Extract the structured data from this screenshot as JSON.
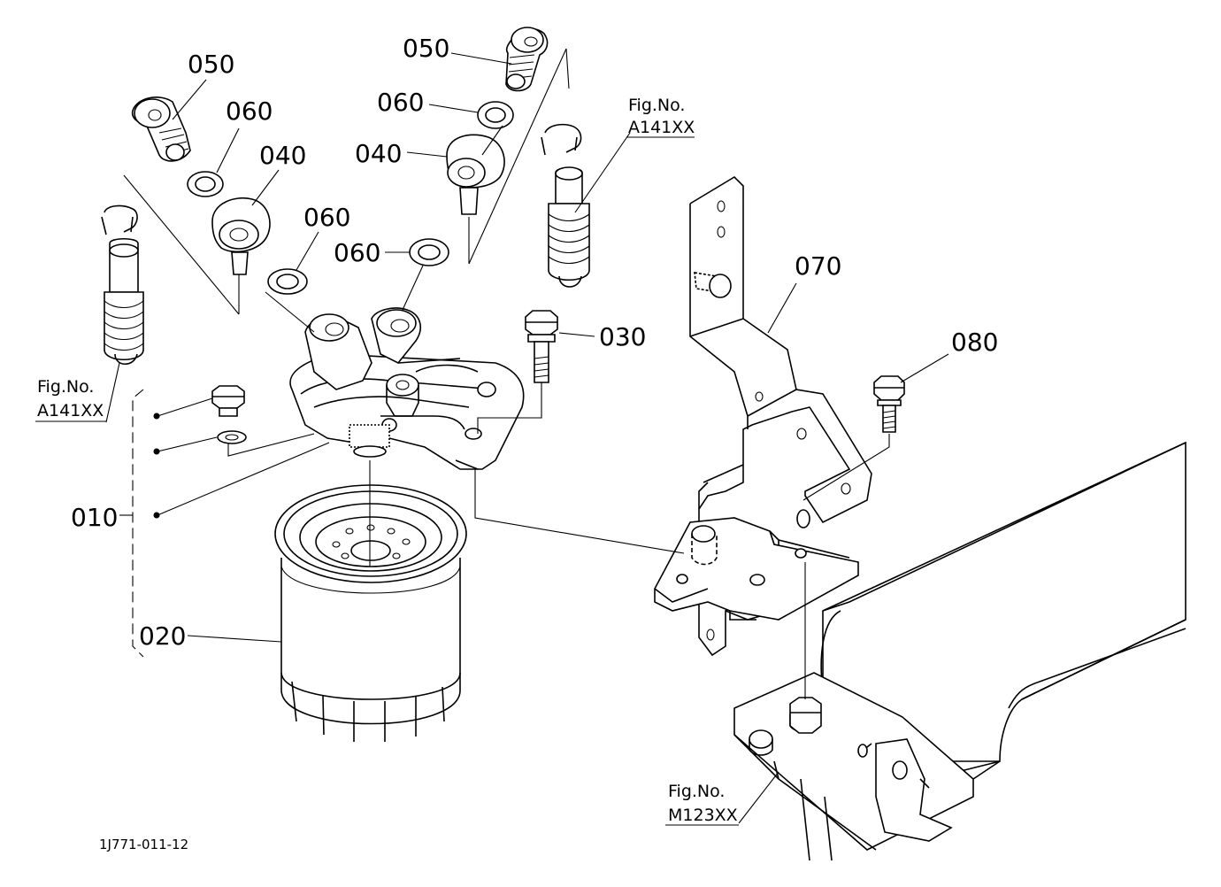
{
  "diagram": {
    "labels": {
      "p050_left": "050",
      "p060_left_upper": "060",
      "p040_left": "040",
      "p060_left_lower": "060",
      "p050_right": "050",
      "p060_right_upper": "060",
      "p040_right": "040",
      "p060_right_lower": "060",
      "p030": "030",
      "p070": "070",
      "p080": "080",
      "p010": "010",
      "p020": "020"
    },
    "fig_refs": {
      "top_right": {
        "title": "Fig.No.",
        "ref": "A141XX"
      },
      "left": {
        "title": "Fig.No.",
        "ref": "A141XX"
      },
      "bottom": {
        "title": "Fig.No.",
        "ref": "M123XX"
      }
    },
    "drawing_code": "1J771-011-12"
  }
}
